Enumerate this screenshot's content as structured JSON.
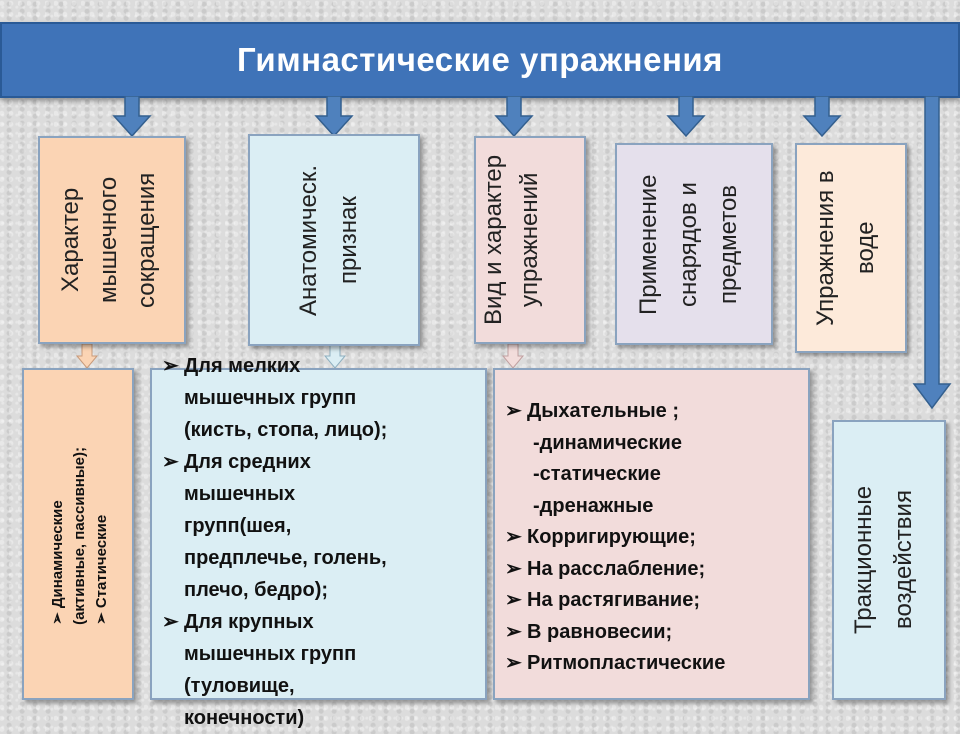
{
  "title": "Гимнастические упражнения",
  "bullet": "➢",
  "categories": {
    "muscle": "Характер мышечного сокращения",
    "anatomy": "Анатомическ. признак",
    "type": "Вид и характер упражнений",
    "equipment": "Применение снарядов и предметов",
    "water": "Упражнения в воде"
  },
  "contraction_types": {
    "dynamic": "Динамические",
    "active_passive": "(активные, пассивные);",
    "static": "Статические"
  },
  "muscle_groups": [
    {
      "lines": [
        "Для мелких",
        "мышечных групп",
        "(кисть, стопа, лицо);"
      ]
    },
    {
      "lines": [
        "Для средних",
        "мышечных",
        "групп(шея,",
        "предплечье, голень,",
        "плечо, бедро);"
      ]
    },
    {
      "lines": [
        "Для крупных",
        "мышечных групп",
        "(туловище,",
        "конечности)"
      ]
    }
  ],
  "exercise_types": {
    "breathing": "Дыхательные ;",
    "breathing_sub": [
      "-динамические",
      "-статические",
      "-дренажные"
    ],
    "others": [
      "Корригирующие;",
      "На расслабление;",
      "На растягивание;",
      "В равновесии;",
      "Ритмопластические"
    ]
  },
  "traction": "Тракционные воздействия",
  "colors": {
    "title_bar": "#3f73b8",
    "arrow": "#4f81bd",
    "peach": "#fbd4b4",
    "light_blue": "#dbeef4",
    "pink": "#f2dcdb",
    "lavender": "#e5e0ec",
    "cream": "#fdeada"
  }
}
